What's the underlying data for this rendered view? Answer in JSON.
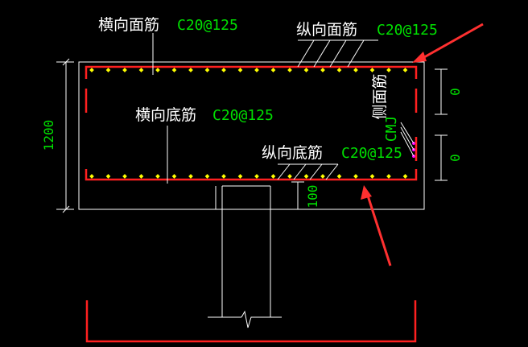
{
  "labels": {
    "top_transverse": {
      "name": "横向面筋",
      "spec": "C20@125"
    },
    "top_longitudinal": {
      "name": "纵向面筋",
      "spec": "C20@125"
    },
    "bottom_transverse": {
      "name": "横向底筋",
      "spec": "C20@125"
    },
    "bottom_longitudinal": {
      "name": "纵向底筋",
      "spec": "C20@125"
    },
    "side_bar": {
      "name": "侧面筋",
      "spec": "CMJ"
    }
  },
  "dimensions": {
    "height": "1200",
    "cover": "100",
    "side_upper": "0",
    "side_lower": "0"
  },
  "colors": {
    "background": "#000000",
    "outline": "#ffffff",
    "rebar": "#ff2020",
    "dot": "#ffff00",
    "text": "#ffffff",
    "code": "#00e000",
    "side_dot": "#ff00ff",
    "arrow": "#ff3030"
  }
}
